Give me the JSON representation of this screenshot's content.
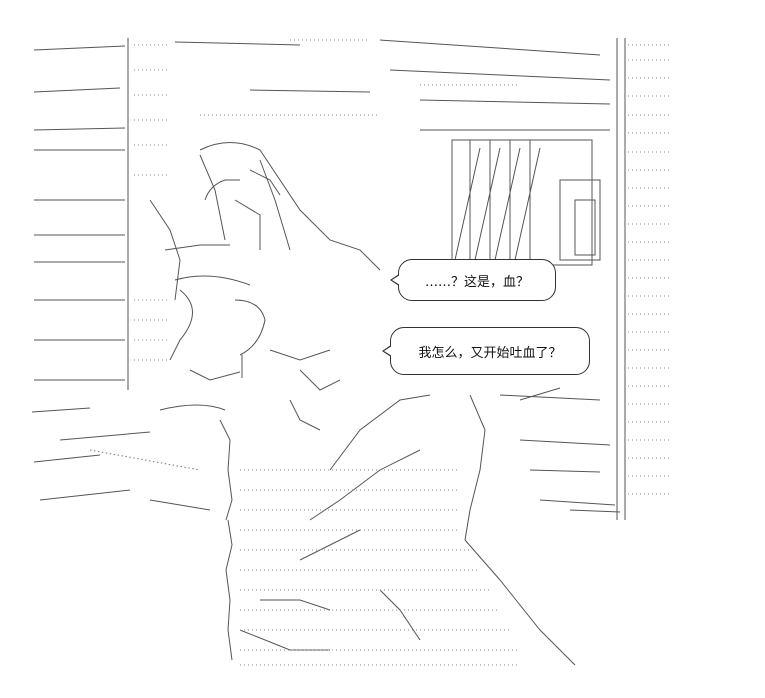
{
  "speech_bubbles": [
    {
      "id": "bubble-1",
      "text": "……？这是，血？"
    },
    {
      "id": "bubble-2",
      "text": "我怎么，又开始吐血了？"
    }
  ],
  "colors": {
    "ink": "#333333",
    "paper": "#ffffff"
  }
}
